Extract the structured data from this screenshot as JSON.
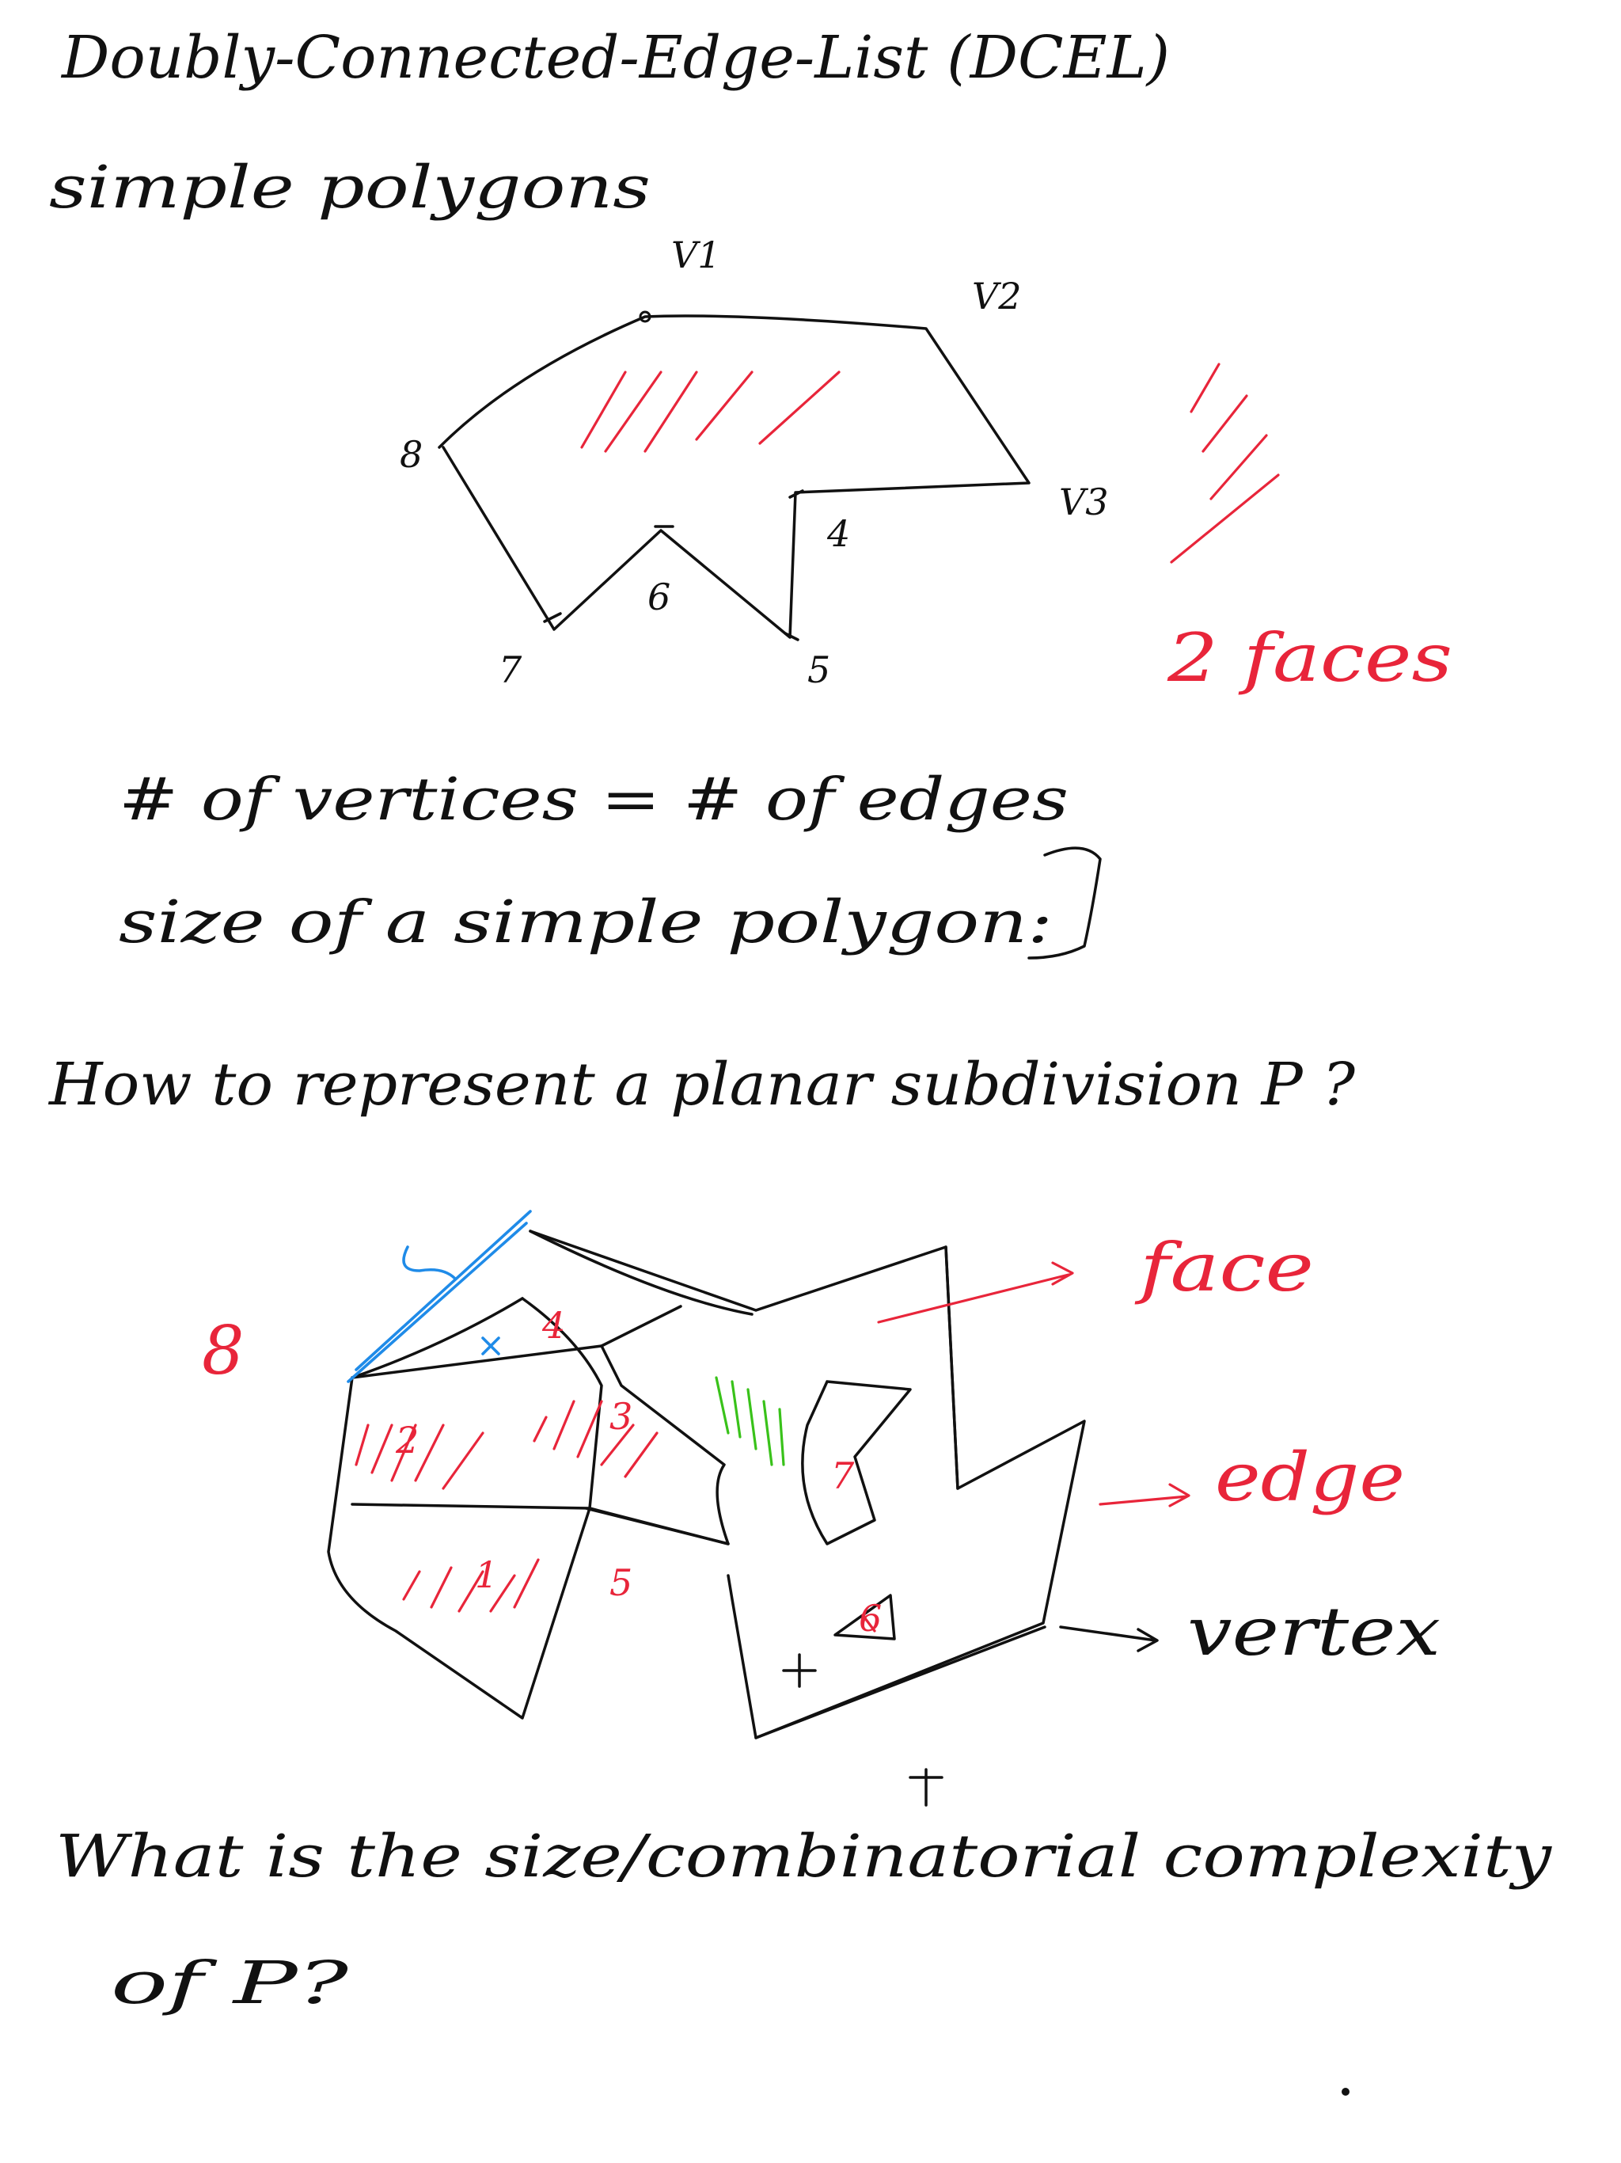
{
  "notes": {
    "title": "Doubly-Connected-Edge-List (DCEL)",
    "subtitle": "simple polygons",
    "vertex_count_line": "# of vertices = # of edges",
    "size_line": "size of a simple polygon:",
    "question_represent": "How to represent a planar subdivision P ?",
    "question_size_line1": "What is the size/combinatorial complexity",
    "question_size_line2": "of P?"
  },
  "polygon_figure": {
    "labels": {
      "v1": "V1",
      "v2": "V2",
      "v3": "V3",
      "n4": "4",
      "n5": "5",
      "n6": "6",
      "n7": "7",
      "n8": "8"
    },
    "faces_note": "2 faces"
  },
  "subdivision_figure": {
    "face_numbers": {
      "f1": "1",
      "f2": "2",
      "f3": "3",
      "f4": "4",
      "f5": "5",
      "f6": "6",
      "f7": "7",
      "f8": "8"
    },
    "callouts": {
      "face": "face",
      "edge": "edge",
      "vertex": "vertex"
    }
  },
  "colors": {
    "ink": "#111111",
    "red": "#e8253a",
    "blue": "#1f8be8",
    "green": "#39c21a"
  }
}
